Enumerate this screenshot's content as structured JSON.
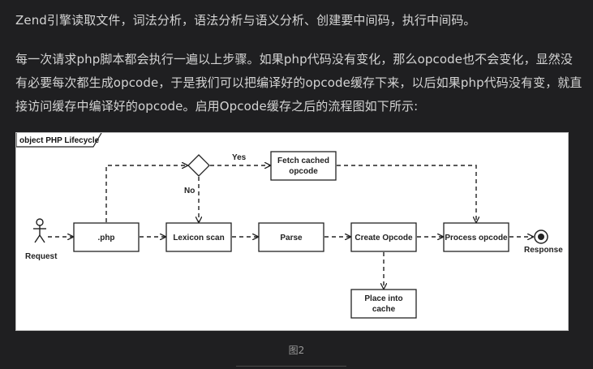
{
  "article": {
    "paragraph1": "Zend引擎读取文件，词法分析，语法分析与语义分析、创建要中间码，执行中间码。",
    "paragraph2": "每一次请求php脚本都会执行一遍以上步骤。如果php代码没有变化，那么opcode也不会变化，显然没有必要每次都生成opcode，于是我们可以把编译好的opcode缓存下来，以后如果php代码没有变，就直接访问缓存中编译好的opcode。启用Opcode缓存之后的流程图如下所示:"
  },
  "diagram": {
    "title": "object PHP Lifecycle",
    "request_label": "Request",
    "response_label": "Response",
    "decision_yes": "Yes",
    "decision_no": "No",
    "nodes": {
      "php": ".php",
      "lexicon": "Lexicon scan",
      "parse": "Parse",
      "create": "Create Opcode",
      "process": "Process opcode",
      "fetch_line1": "Fetch cached",
      "fetch_line2": "opcode",
      "place_line1": "Place into",
      "place_line2": "cache"
    }
  },
  "caption": "图2"
}
